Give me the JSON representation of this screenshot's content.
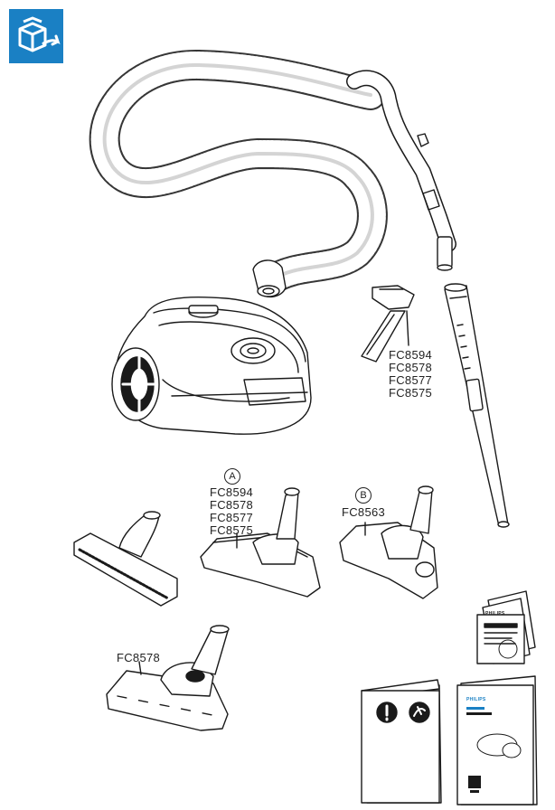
{
  "icons": {
    "unboxing": "unboxing-icon",
    "warning": "exclamation-icon",
    "hand_safety": "hand-caution-icon",
    "brand_color": "#1a80c4"
  },
  "labels": {
    "accessory_nozzle_models": [
      "FC8594",
      "FC8578",
      "FC8577",
      "FC8575"
    ],
    "nozzle_a_marker": "A",
    "nozzle_a_models": [
      "FC8594",
      "FC8578",
      "FC8577",
      "FC8575"
    ],
    "nozzle_b_marker": "B",
    "nozzle_b_model": "FC8563",
    "turbo_nozzle_model": "FC8578"
  },
  "booklets": {
    "user_manual_brand": "PHILIPS",
    "leaflet_brand": "PHILIPS"
  }
}
